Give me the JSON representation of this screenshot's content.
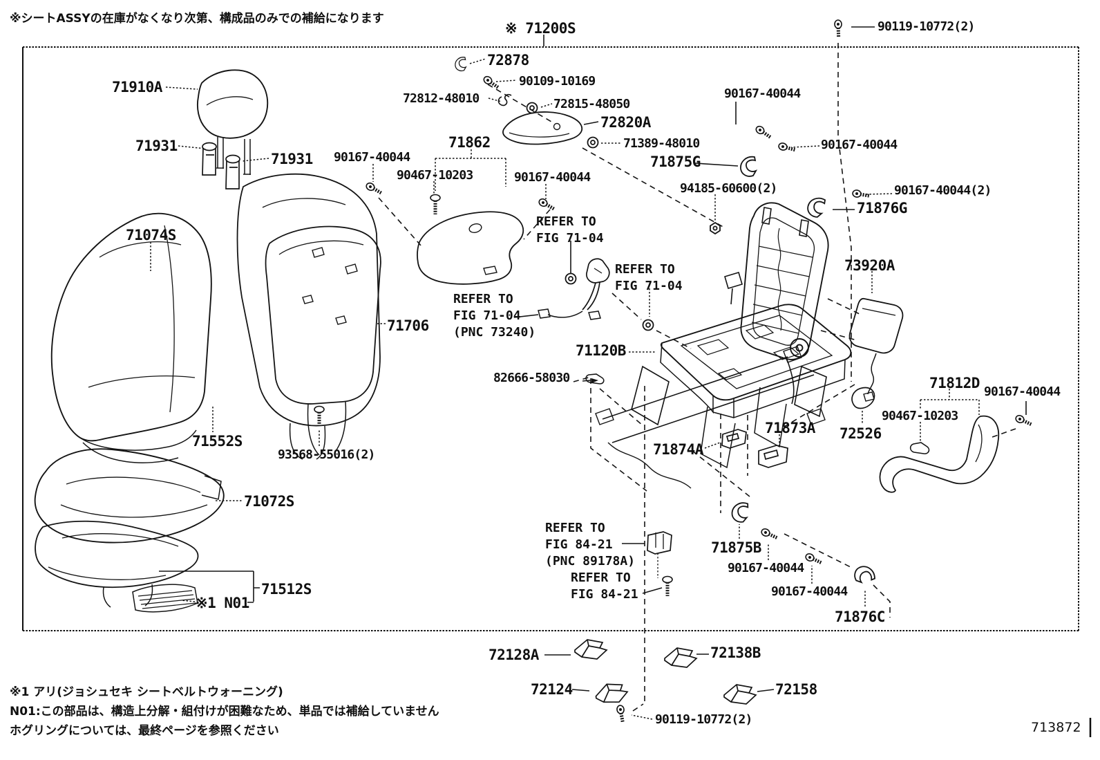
{
  "page": {
    "top_note": "※シートASSYの在庫がなくなり次第、構成品のみでの補給になります",
    "figure_ref": "※ 71200S",
    "figure_number": "713872",
    "footnote_1": "※1 アリ(ジョシュセキ シートベルトウォーニング)",
    "footnote_2": "N01:この部品は、構造上分解・組付けが困難なため、単品では補給していません",
    "footnote_3": "ホグリングについては、最終ページを参照ください"
  },
  "callouts": [
    {
      "text": "72878"
    },
    {
      "text": "90109-10169"
    },
    {
      "text": "72812-48010"
    },
    {
      "text": "72815-48050"
    },
    {
      "text": "72820A"
    },
    {
      "text": "71389-48010"
    },
    {
      "text": "71875G"
    },
    {
      "text": "90167-40044"
    },
    {
      "text": "90167-40044"
    },
    {
      "text": "94185-60600(2)"
    },
    {
      "text": "90167-40044(2)"
    },
    {
      "text": "71876G"
    },
    {
      "text": "90119-10772(2)"
    },
    {
      "text": "71910A"
    },
    {
      "text": "71931"
    },
    {
      "text": "71931"
    },
    {
      "text": "90167-40044"
    },
    {
      "text": "71862"
    },
    {
      "text": "90467-10203"
    },
    {
      "text": "90167-40044"
    },
    {
      "text": "REFER TO\nFIG 71-04"
    },
    {
      "text": "REFER TO\nFIG 71-04"
    },
    {
      "text": "REFER TO\nFIG 71-04\n(PNC 73240)"
    },
    {
      "text": "71074S"
    },
    {
      "text": "71706"
    },
    {
      "text": "71120B"
    },
    {
      "text": "73920A"
    },
    {
      "text": "82666-58030"
    },
    {
      "text": "71552S"
    },
    {
      "text": "93568-55016(2)"
    },
    {
      "text": "71812D"
    },
    {
      "text": "90167-40044"
    },
    {
      "text": "90467-10203"
    },
    {
      "text": "72526"
    },
    {
      "text": "71873A"
    },
    {
      "text": "71874A"
    },
    {
      "text": "71072S"
    },
    {
      "text": "71512S"
    },
    {
      "text": "※1 N01"
    },
    {
      "text": "REFER TO\nFIG 84-21\n(PNC 89178A)"
    },
    {
      "text": "REFER TO\nFIG 84-21"
    },
    {
      "text": "71875B"
    },
    {
      "text": "90167-40044"
    },
    {
      "text": "90167-40044"
    },
    {
      "text": "71876C"
    },
    {
      "text": "72128A"
    },
    {
      "text": "72138B"
    },
    {
      "text": "72124"
    },
    {
      "text": "72158"
    },
    {
      "text": "90119-10772(2)"
    }
  ]
}
